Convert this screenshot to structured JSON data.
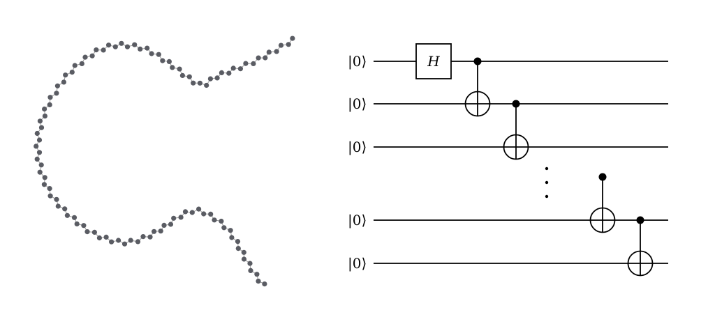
{
  "circuit": {
    "qubit_labels": [
      "|0⟩",
      "|0⟩",
      "|0⟩",
      "|0⟩",
      "|0⟩"
    ],
    "gate_label": "H"
  },
  "colors": {
    "atom": "#5a5c63",
    "chain_link": "#9a9a9a",
    "wire": "#000000"
  }
}
